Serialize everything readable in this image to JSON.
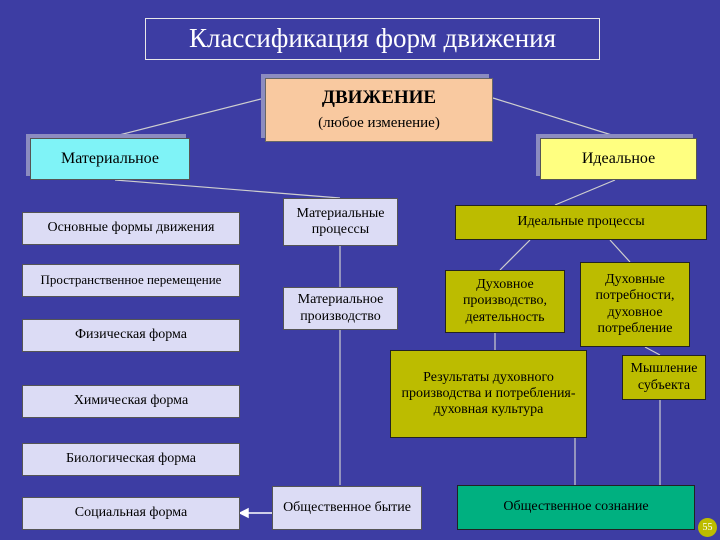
{
  "title": "Классификация форм движения",
  "root": {
    "main": "ДВИЖЕНИЕ",
    "sub": "(любое изменение)"
  },
  "material": "Материальное",
  "ideal": "Идеальное",
  "left_boxes": [
    "Основные формы движения",
    "Пространственное перемещение",
    "Физическая форма",
    "Химическая форма",
    "Биологическая форма",
    "Социальная форма"
  ],
  "mid_boxes": {
    "processes": "Материальные процессы",
    "production": "Материальное производство",
    "social_being": "Общественное бытие"
  },
  "ideal_boxes": {
    "processes": "Идеальные процессы",
    "spiritual_production": "Духовное производство, деятельность",
    "spiritual_needs": "Духовные потребности, духовное потребление",
    "results": "Результаты духовного производства и потребления-духовная культура",
    "thinking": "Мышление субъекта",
    "consciousness": "Общественное сознание"
  },
  "page_number": "55"
}
